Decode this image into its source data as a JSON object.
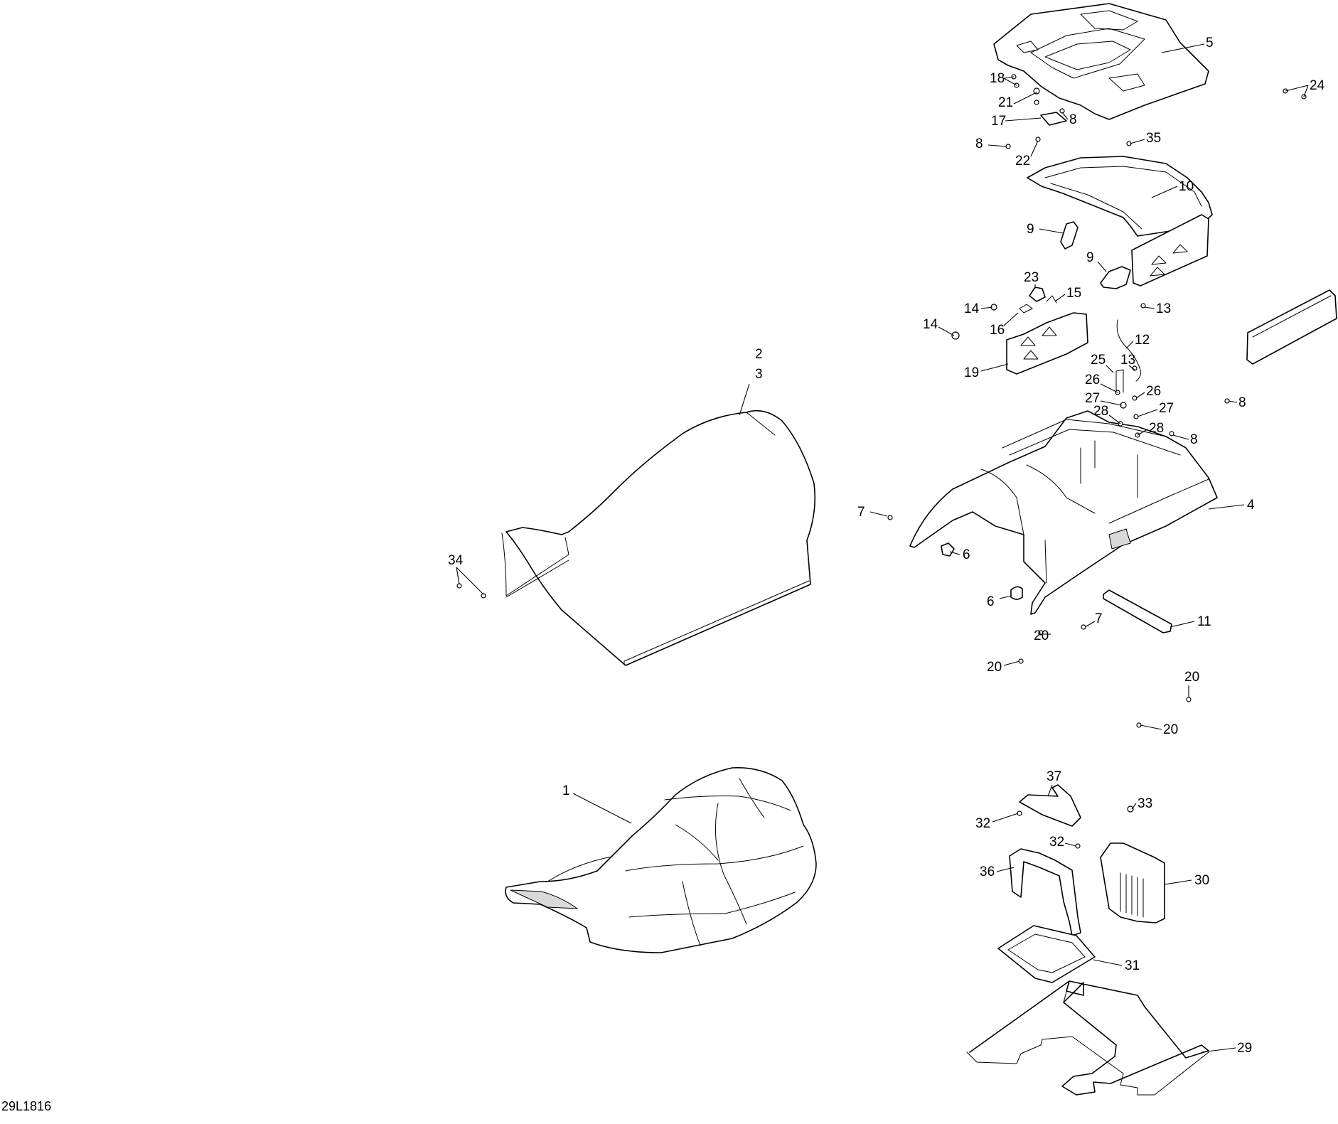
{
  "drawing_id": "29L1816",
  "callouts": [
    "1",
    "2",
    "3",
    "4",
    "5",
    "6",
    "6",
    "7",
    "7",
    "8",
    "8",
    "8",
    "8",
    "8",
    "9",
    "9",
    "10",
    "11",
    "12",
    "13",
    "13",
    "14",
    "14",
    "15",
    "16",
    "17",
    "18",
    "19",
    "20",
    "20",
    "20",
    "20",
    "20",
    "21",
    "22",
    "23",
    "24",
    "25",
    "26",
    "26",
    "27",
    "27",
    "28",
    "28",
    "29",
    "30",
    "31",
    "32",
    "32",
    "33",
    "34",
    "35",
    "36",
    "37"
  ],
  "colors": {
    "line": "#000000",
    "background": "#ffffff",
    "shade": "#d9d9d9"
  }
}
